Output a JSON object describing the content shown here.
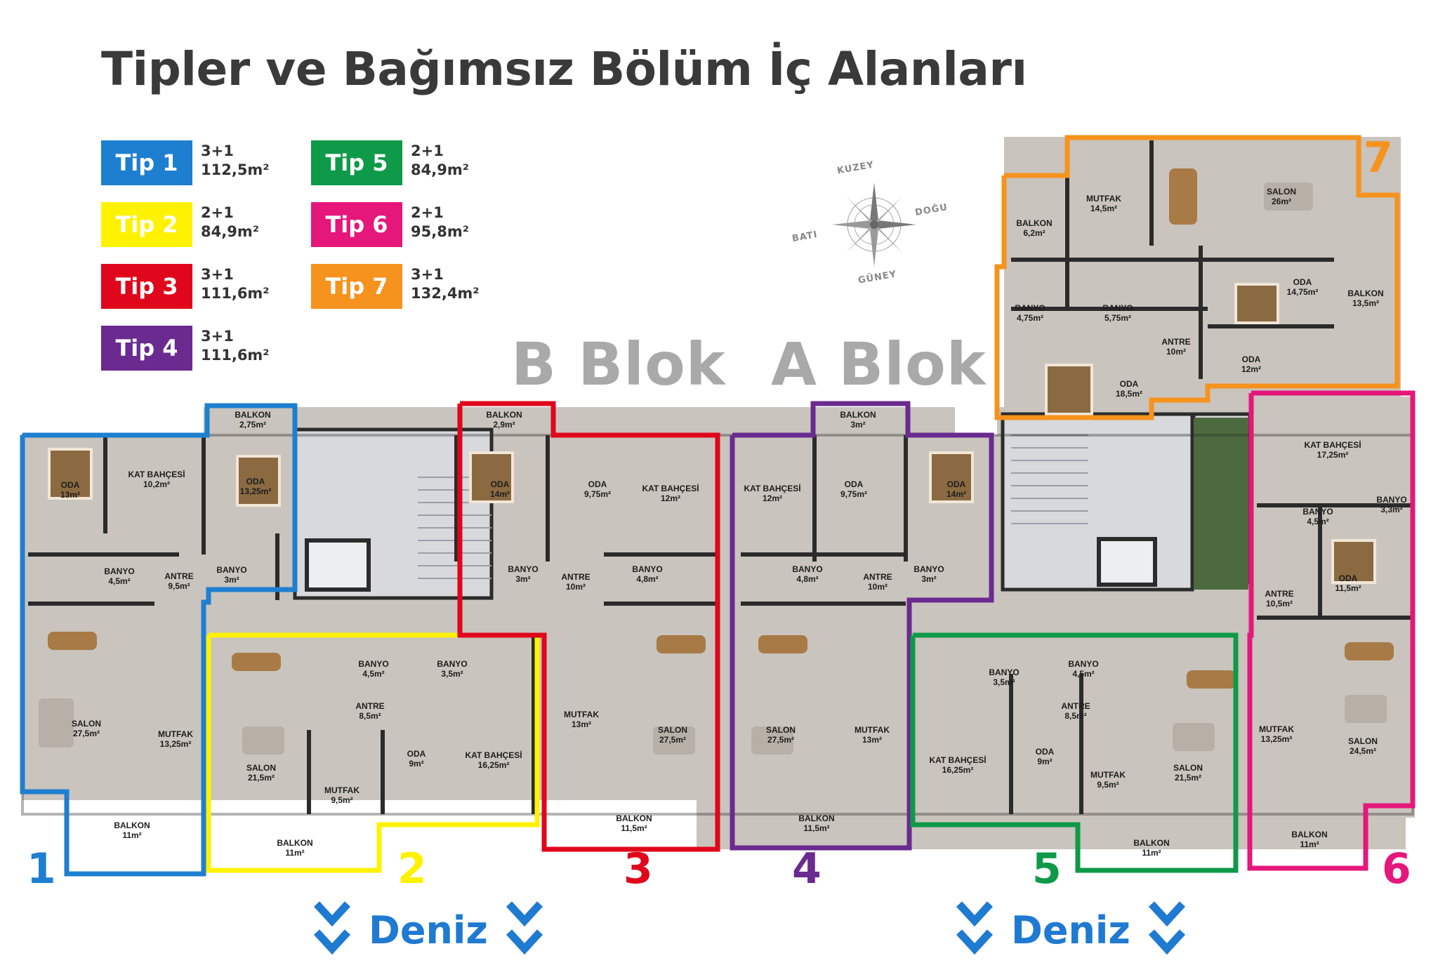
{
  "title": "Tipler ve Bağımsız Bölüm İç Alanları",
  "colors": {
    "tip1": "#1e7fd0",
    "tip2": "#fff200",
    "tip3": "#e0061b",
    "tip4": "#6a2a90",
    "tip5": "#0e9a48",
    "tip6": "#e5177b",
    "tip7": "#f6921e",
    "floor": "#c9c4bd",
    "wall": "#2b2b2b",
    "garden": "#4c6a3e"
  },
  "legend": [
    {
      "label": "Tip 1",
      "rooms": "3+1",
      "area": "112,5m²",
      "color": "#1e7fd0"
    },
    {
      "label": "Tip 2",
      "rooms": "2+1",
      "area": "84,9m²",
      "color": "#fff200"
    },
    {
      "label": "Tip 3",
      "rooms": "3+1",
      "area": "111,6m²",
      "color": "#e0061b"
    },
    {
      "label": "Tip 4",
      "rooms": "3+1",
      "area": "111,6m²",
      "color": "#6a2a90"
    },
    {
      "label": "Tip 5",
      "rooms": "2+1",
      "area": "84,9m²",
      "color": "#0e9a48"
    },
    {
      "label": "Tip 6",
      "rooms": "2+1",
      "area": "95,8m²",
      "color": "#e5177b"
    },
    {
      "label": "Tip 7",
      "rooms": "3+1",
      "area": "132,4m²",
      "color": "#f6921e"
    }
  ],
  "compass": {
    "north": "KUZEY",
    "east": "DOĞU",
    "south": "GÜNEY",
    "west": "BATI"
  },
  "blocks": {
    "b": "B Blok",
    "a": "A Blok"
  },
  "unit_numbers": [
    "1",
    "2",
    "3",
    "4",
    "5",
    "6",
    "7"
  ],
  "sea_label": "Deniz",
  "rooms": [
    {
      "name": "BALKON",
      "area": "2,75m²",
      "unit": 1
    },
    {
      "name": "ODA",
      "area": "13m²",
      "unit": 1
    },
    {
      "name": "KAT BAHÇESİ",
      "area": "10,2m²",
      "unit": 1
    },
    {
      "name": "ODA",
      "area": "13,25m²",
      "unit": 1
    },
    {
      "name": "BANYO",
      "area": "4,5m²",
      "unit": 1
    },
    {
      "name": "ANTRE",
      "area": "9,5m²",
      "unit": 1
    },
    {
      "name": "BANYO",
      "area": "3m²",
      "unit": 1
    },
    {
      "name": "SALON",
      "area": "27,5m²",
      "unit": 1
    },
    {
      "name": "MUTFAK",
      "area": "13,25m²",
      "unit": 1
    },
    {
      "name": "BALKON",
      "area": "11m²",
      "unit": 1
    },
    {
      "name": "BANYO",
      "area": "4,5m²",
      "unit": 2
    },
    {
      "name": "BANYO",
      "area": "3,5m²",
      "unit": 2
    },
    {
      "name": "ANTRE",
      "area": "8,5m²",
      "unit": 2
    },
    {
      "name": "SALON",
      "area": "21,5m²",
      "unit": 2
    },
    {
      "name": "ODA",
      "area": "9m²",
      "unit": 2
    },
    {
      "name": "KAT BAHÇESİ",
      "area": "16,25m²",
      "unit": 2
    },
    {
      "name": "MUTFAK",
      "area": "9,5m²",
      "unit": 2
    },
    {
      "name": "BALKON",
      "area": "11m²",
      "unit": 2
    },
    {
      "name": "BALKON",
      "area": "2,9m²",
      "unit": 3
    },
    {
      "name": "ODA",
      "area": "14m²",
      "unit": 3
    },
    {
      "name": "ODA",
      "area": "9,75m²",
      "unit": 3
    },
    {
      "name": "KAT BAHÇESİ",
      "area": "12m²",
      "unit": 3
    },
    {
      "name": "BANYO",
      "area": "3m²",
      "unit": 3
    },
    {
      "name": "ANTRE",
      "area": "10m²",
      "unit": 3
    },
    {
      "name": "BANYO",
      "area": "4,8m²",
      "unit": 3
    },
    {
      "name": "MUTFAK",
      "area": "13m²",
      "unit": 3
    },
    {
      "name": "SALON",
      "area": "27,5m²",
      "unit": 3
    },
    {
      "name": "BALKON",
      "area": "11,5m²",
      "unit": 3
    },
    {
      "name": "BALKON",
      "area": "3m²",
      "unit": 4
    },
    {
      "name": "KAT BAHÇESİ",
      "area": "12m²",
      "unit": 4
    },
    {
      "name": "ODA",
      "area": "9,75m²",
      "unit": 4
    },
    {
      "name": "ODA",
      "area": "14m²",
      "unit": 4
    },
    {
      "name": "BANYO",
      "area": "4,8m²",
      "unit": 4
    },
    {
      "name": "ANTRE",
      "area": "10m²",
      "unit": 4
    },
    {
      "name": "BANYO",
      "area": "3m²",
      "unit": 4
    },
    {
      "name": "SALON",
      "area": "27,5m²",
      "unit": 4
    },
    {
      "name": "MUTFAK",
      "area": "13m²",
      "unit": 4
    },
    {
      "name": "BALKON",
      "area": "11,5m²",
      "unit": 4
    },
    {
      "name": "BANYO",
      "area": "3,5m²",
      "unit": 5
    },
    {
      "name": "BANYO",
      "area": "4,5m²",
      "unit": 5
    },
    {
      "name": "ANTRE",
      "area": "8,5m²",
      "unit": 5
    },
    {
      "name": "KAT BAHÇESİ",
      "area": "16,25m²",
      "unit": 5
    },
    {
      "name": "ODA",
      "area": "9m²",
      "unit": 5
    },
    {
      "name": "MUTFAK",
      "area": "9,5m²",
      "unit": 5
    },
    {
      "name": "SALON",
      "area": "21,5m²",
      "unit": 5
    },
    {
      "name": "BALKON",
      "area": "11m²",
      "unit": 5
    },
    {
      "name": "KAT BAHÇESİ",
      "area": "17,25m²",
      "unit": 6
    },
    {
      "name": "BANYO",
      "area": "4,5m²",
      "unit": 6
    },
    {
      "name": "BANYO",
      "area": "3,3m²",
      "unit": 6
    },
    {
      "name": "ODA",
      "area": "11,5m²",
      "unit": 6
    },
    {
      "name": "ANTRE",
      "area": "10,5m²",
      "unit": 6
    },
    {
      "name": "MUTFAK",
      "area": "13,25m²",
      "unit": 6
    },
    {
      "name": "SALON",
      "area": "24,5m²",
      "unit": 6
    },
    {
      "name": "BALKON",
      "area": "11m²",
      "unit": 6
    },
    {
      "name": "MUTFAK",
      "area": "14,5m²",
      "unit": 7
    },
    {
      "name": "SALON",
      "area": "26m²",
      "unit": 7
    },
    {
      "name": "BALKON",
      "area": "6,2m²",
      "unit": 7
    },
    {
      "name": "BANYO",
      "area": "4,75m²",
      "unit": 7
    },
    {
      "name": "BANYO",
      "area": "5,75m²",
      "unit": 7
    },
    {
      "name": "ODA",
      "area": "14,75m²",
      "unit": 7
    },
    {
      "name": "BALKON",
      "area": "13,5m²",
      "unit": 7
    },
    {
      "name": "ANTRE",
      "area": "10m²",
      "unit": 7
    },
    {
      "name": "ODA",
      "area": "12m²",
      "unit": 7
    },
    {
      "name": "ODA",
      "area": "18,5m²",
      "unit": 7
    }
  ]
}
